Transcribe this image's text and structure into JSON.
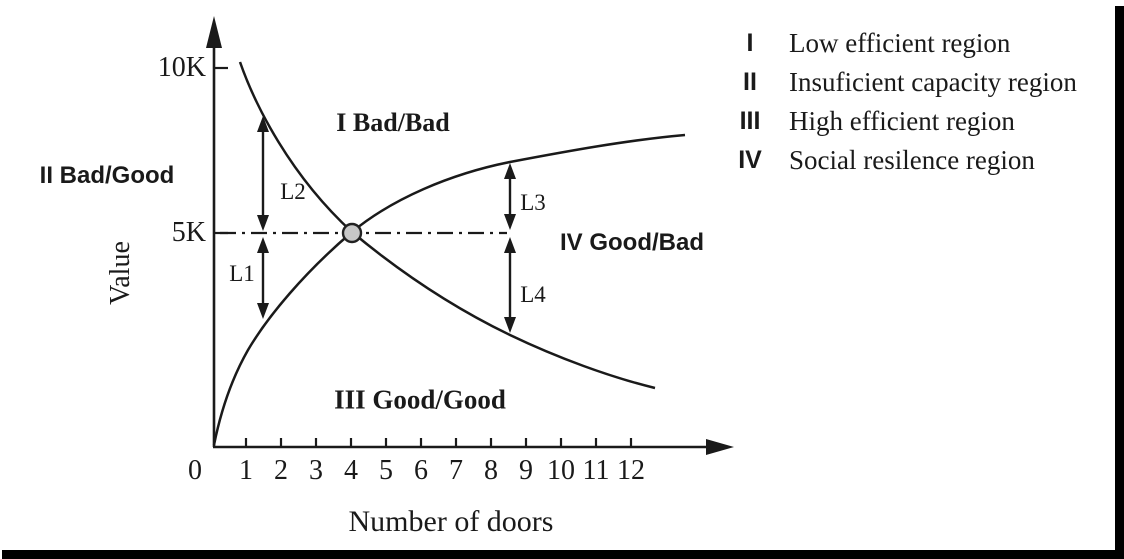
{
  "figure": {
    "background": "#ffffff",
    "ink_color": "#1a1a1a",
    "intersection_dot_fill": "#c8c8c8"
  },
  "chart_data": {
    "type": "line",
    "schematic": true,
    "title": "",
    "xlabel": "Number of doors",
    "ylabel": "Value",
    "x_tick_labels": [
      "0",
      "1",
      "2",
      "3",
      "4",
      "5",
      "6",
      "7",
      "8",
      "9",
      "10",
      "11",
      "12"
    ],
    "y_tick_labels": [
      "5K",
      "10K"
    ],
    "xlim": [
      0,
      14
    ],
    "ylim": [
      0,
      11000
    ],
    "grid": false,
    "series": [
      {
        "name": "decreasing curve",
        "x": [
          0.8,
          1.5,
          4,
          8.5,
          12.7
        ],
        "y": [
          10000,
          8500,
          5000,
          1900,
          300
        ]
      },
      {
        "name": "increasing saturating curve",
        "x": [
          0.1,
          1,
          1.5,
          4,
          8.5,
          13.5
        ],
        "y": [
          0,
          1700,
          2400,
          5000,
          7150,
          8000
        ]
      }
    ],
    "intersection": {
      "x": 4,
      "y": 5000,
      "marker": "gray-dot"
    },
    "reference_line": {
      "style": "dash-dot",
      "y": 5000,
      "from_x": 0,
      "to_x": 8.5
    },
    "regions": [
      {
        "numeral": "I",
        "annotation": "I Bad/Bad",
        "position": "top"
      },
      {
        "numeral": "II",
        "annotation": "II Bad/Good",
        "position": "left-of-axis"
      },
      {
        "numeral": "III",
        "annotation": "III Good/Good",
        "position": "bottom"
      },
      {
        "numeral": "IV",
        "annotation": "IV Good/Bad",
        "position": "right"
      }
    ],
    "measurement_arrows": [
      {
        "label": "L1",
        "x": 1.5,
        "span": "5K line down to increasing curve"
      },
      {
        "label": "L2",
        "x": 1.5,
        "span": "decreasing curve down to 5K line"
      },
      {
        "label": "L3",
        "x": 8.5,
        "span": "increasing curve down to 5K line"
      },
      {
        "label": "L4",
        "x": 8.5,
        "span": "5K line down to decreasing curve"
      }
    ],
    "legend_position": "outside-top-right",
    "legend": [
      {
        "numeral": "I",
        "label": "Low efficient region"
      },
      {
        "numeral": "II",
        "label": "Insuficient capacity region"
      },
      {
        "numeral": "III",
        "label": "High efficient region"
      },
      {
        "numeral": "IV",
        "label": "Social resilence region"
      }
    ]
  }
}
